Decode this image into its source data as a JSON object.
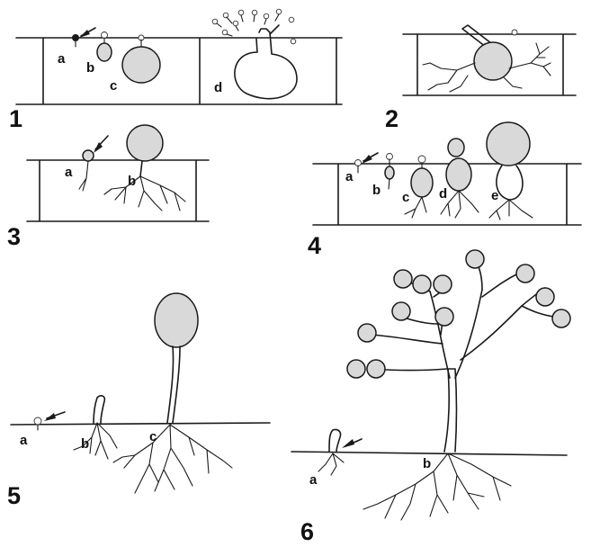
{
  "panels": [
    {
      "number": "1",
      "labels": [
        "a",
        "b",
        "c",
        "d"
      ]
    },
    {
      "number": "2",
      "labels": []
    },
    {
      "number": "3",
      "labels": [
        "a",
        "b"
      ]
    },
    {
      "number": "4",
      "labels": [
        "a",
        "b",
        "c",
        "d",
        "e"
      ]
    },
    {
      "number": "5",
      "labels": [
        "a",
        "b",
        "c"
      ]
    },
    {
      "number": "6",
      "labels": [
        "a",
        "b"
      ]
    }
  ]
}
